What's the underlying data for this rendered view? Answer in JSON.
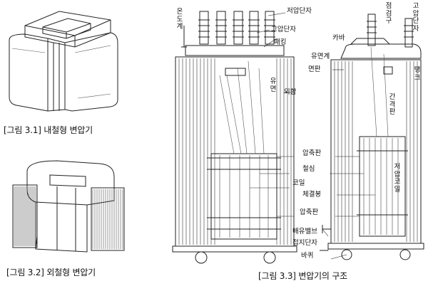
{
  "captions": {
    "fig31": "[그림 3.1] 내철형 변압기",
    "fig32": "[그림 3.2] 외철형 변압기",
    "fig33": "[그림 3.3] 변압기의 구조"
  },
  "labels": {
    "thermometer": "온도계",
    "lv_terminal": "저압단자",
    "hv_terminal_left": "고압단자",
    "packing": "패킹",
    "oil_level_gauge_left": "유면",
    "outer_case": "외함",
    "inspection_port": "점검구",
    "hv_terminal_right": "고압단자",
    "cover": "카바",
    "oil_level_gauge_right": "유면계",
    "face_plate": "면판",
    "tank": "탱크",
    "spacer": "간격판",
    "clamp_plate_top": "압축판",
    "iron_core": "철심",
    "coil": "코일",
    "tie_rod": "체결봉",
    "lv_coil": "저압코일",
    "clamp_plate_bottom": "압축판",
    "drain_valve": "배유밸브",
    "ground_terminal": "접지단자",
    "wheel": "바퀴"
  }
}
